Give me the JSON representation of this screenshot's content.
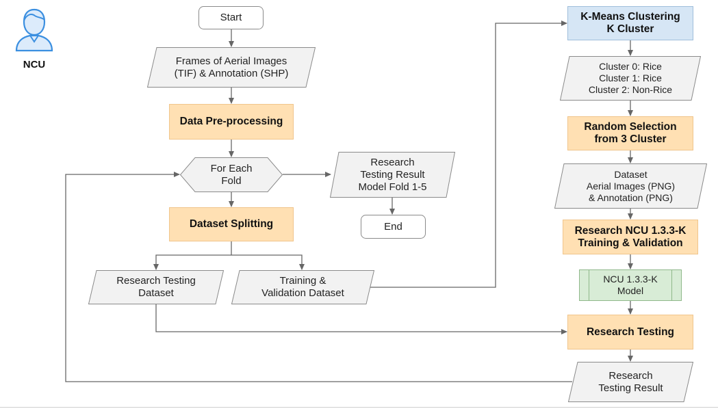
{
  "actor": {
    "label": "NCU",
    "icon": "user-avatar-icon"
  },
  "colors": {
    "stroke": "#8a8a8a",
    "terminal_fill": "#ffffff",
    "io_fill": "#f2f2f2",
    "process_fill": "#ffe0b3",
    "process_stroke": "#f0c58c",
    "cluster_fill": "#d6e6f5",
    "cluster_stroke": "#9fbedb",
    "model_fill": "#d8ecd6",
    "model_stroke": "#8fb88a",
    "edge": "#666666",
    "actor_stroke": "#3b8fe0",
    "actor_fill": "#dcebfb"
  },
  "nodes": {
    "start": "Start",
    "frames": "Frames of Aerial Images\n(TIF) & Annotation (SHP)",
    "preprocess": "Data Pre-processing",
    "foreach": "For Each\nFold",
    "splitting": "Dataset Splitting",
    "test_dataset": "Research Testing\nDataset",
    "train_dataset": "Training &\nValidation Dataset",
    "result_fold": "Research\nTesting Result\nModel Fold 1-5",
    "end": "End",
    "kmeans": "K-Means Clustering\nK Cluster",
    "clusters": "Cluster 0: Rice\nCluster 1: Rice\nCluster 2: Non-Rice",
    "random_sel": "Random Selection\nfrom 3 Cluster",
    "dataset_png": "Dataset\nAerial Images (PNG)\n& Annotation (PNG)",
    "training": "Research NCU 1.3.3-K\nTraining & Validation",
    "model": "NCU 1.3.3-K\nModel",
    "testing": "Research Testing",
    "result": "Research\nTesting Result"
  }
}
